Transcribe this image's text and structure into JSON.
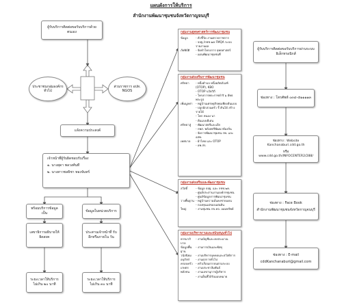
{
  "header": {
    "title": "แผนผังการให้บริการ",
    "subtitle": "สำนักงานพัฒนาชุมชนจังหวัดกาญจนบุรี"
  },
  "left": {
    "start_box": "ผู้รับบริการติดต่อขอรับบริการด้วยตนเอง",
    "ellipse_left": "ประชาชนกลุ่มองค์กรทั่วไป",
    "ellipse_right": "ส่วนราชการ อปท. NGOS",
    "intent_box": "แจ้งความประสงค์",
    "officer_box": {
      "line1": "เจ้าหน้าที่ผู้รับผิดชอบรับเรื่อง",
      "line2": "๑. นางสุดา    พลวงศ์นที",
      "line3": "๒. นางสาวชลธิชา  ทองจันทร์"
    },
    "ready_box": "พร้อมบริการข้อมูลเป็น",
    "collect_box": "ข้อมูลในหน่วยบริการ",
    "explain_box": "เลขาธิการอธิบายให้ผิดสงค",
    "coordinate_box": "ประสานเจ้าหน้าที่ รับอีกหรือภายใน วัน",
    "time1_box": "ระยะเวลาให้บริการ ไม่เกิน ๒๐ นาที",
    "time2_box": "ระยะเวลาให้บริการ ไม่เกิน ๓๐ นาที"
  },
  "middle": {
    "panel1": {
      "title": "กลุ่มงานยุทธศาสตร์การพัฒนาชุมชน",
      "rows": [
        {
          "k": "ข้อมูล",
          "v": "- ตัวชี้วัด งานตรวจราชการ"
        },
        {
          "k": "",
          "v": "- จปฐ./กชช.๒ค FMQA ระบบรายงานผล"
        },
        {
          "k": "ภัยพิบัติ",
          "v": "- จัดทำโครงการ ยุทธศาสตร์"
        },
        {
          "k": "",
          "v": "- แผนพัฒนาชุมชนที่"
        }
      ]
    },
    "panel2": {
      "title": "กลุ่มงานส่งเสริมการพัฒนาชุมชน",
      "rows": [
        {
          "k": "ศรัทธา",
          "v": "- หนึ่งตำบล หนึ่งผลิตภัณฑ์ (OTOP), KBO"
        },
        {
          "k": "",
          "v": "- OTOP นวัตวิถี"
        },
        {
          "k": "",
          "v": "- โครงการพระราชดำริ ๖ ฮัทธพระรูป"
        },
        {
          "k": "เพิ่มมูลค่า",
          "v": "- หมู่บ้านเศรษฐกิจพอเพียงต้นแบบ"
        },
        {
          "k": "",
          "v": "- ปลูกผักสวนครัว รั้วกินได้ สร้างรายได้"
        },
        {
          "k": "",
          "v": "- โคก หนอง นา"
        },
        {
          "k": "",
          "v": "- ต้นแบบดีเด่น"
        },
        {
          "k": "ศรัทธาสู่",
          "v": "- พัฒนาสตรีและเด็ก"
        },
        {
          "k": "",
          "v": "- กพส. พลังสตรีพัฒนาท้องถิ่น"
        },
        {
          "k": "",
          "v": "- จัดการพัฒนาชุมชน กพ. และ อสพ."
        },
        {
          "k": "เทศบาล",
          "v": "- ผ้าไทย และ OTOP"
        },
        {
          "k": "",
          "v": "- อพ.สร."
        }
      ]
    },
    "panel3": {
      "title": "กลุ่มงานส่งเสริมและพัฒนาชุมชน",
      "rows": [
        {
          "k": "สวัสดิ์",
          "v": "- ข้อมูล จปฐ. และ กชช.๒ค."
        },
        {
          "k": "",
          "v": "- ศูนย์ประสานงานองค์กรชุมชน"
        },
        {
          "k": "",
          "v": "- ศูนย์ข้อมูลการพัฒนาชุมชน"
        },
        {
          "k": "วางพื้นฐาน",
          "v": "- หมู่บ้านความมั่นคงชายแดน"
        },
        {
          "k": "",
          "v": "- กองทุนแม่ของแผ่นดิน"
        },
        {
          "k": "ใหญ่",
          "v": "- งานชุมชน กข.คจ. ออมทรัพย์"
        }
      ]
    },
    "panel4": {
      "title": "กลุ่มงานบริหารงานและสนับสนุนทั่วไป",
      "rows": [
        {
          "k": "ธรรมาภิบาล",
          "v": "- งานบัญชีและงบประมาณ"
        },
        {
          "k": "ข้อมูลพื้นฐาน",
          "v": "- งานการเงินและพัสดุ"
        },
        {
          "k": "วนัสนิยม",
          "v": "- งานบริหารบุคคลและสวัสดิการ"
        },
        {
          "k": "อนุรักษ์",
          "v": "- งานธุรการทั่วไป"
        },
        {
          "k": "ครอบครัว",
          "v": "- ครัวเรือนยากจนตามระบบ"
        },
        {
          "k": "เกษตร",
          "v": "- งานประชาสัมพันธ์"
        },
        {
          "k": "พลังชน",
          "v": "- งานเลขานุการผู้บริหาร"
        },
        {
          "k": "",
          "v": "- งานอื่นที่ได้รับมอบหมาย"
        }
      ]
    }
  },
  "right": {
    "online_box": "ผู้รับบริการติดต่อขอรับบริการผ่านระบบอิเล็กทรอนิกส์",
    "phone_box": "ช่องทาง : โทรศัพท์ ๐๓๔-๕๑๑๑๑๓",
    "website_box": {
      "line1": "ช่องทาง : Website Kanchanaburi.cdd.go.th",
      "line2": "หรือ www.cdd.go.th/INFOCENTER2/288/"
    },
    "facebook_box": {
      "line1": "ช่องทาง : Face Book",
      "line2": "สำนักงานพัฒนาชุมชนจังหวัดกาญจนบุรี"
    },
    "email_box": {
      "line1": "ช่องทาง : E-mail",
      "line2": "cddKanchanaburi@gmail.com"
    }
  },
  "colors": {
    "accent_title": "#c0392b",
    "border": "#8a8a8a",
    "arrow": "#555555"
  }
}
